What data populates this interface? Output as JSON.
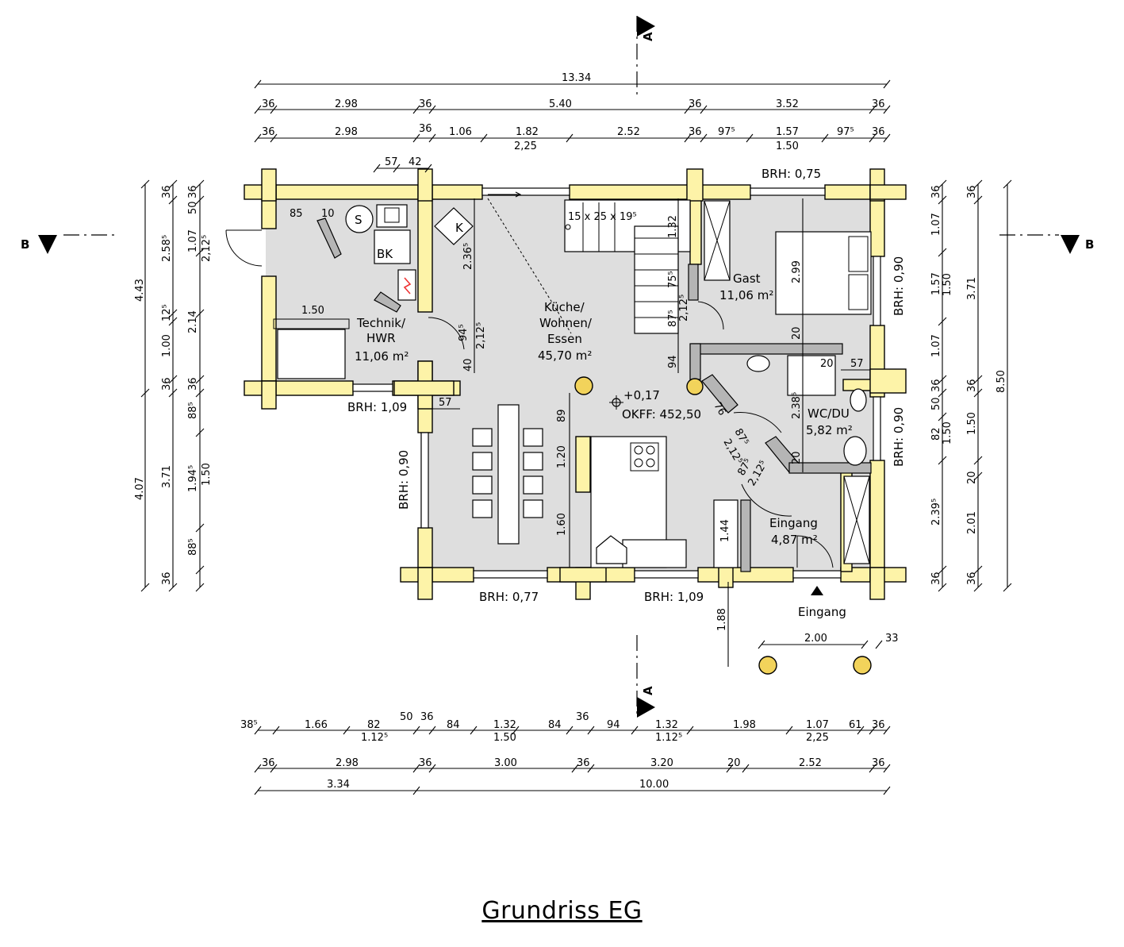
{
  "title": "Grundriss EG",
  "colors": {
    "wall": "#fdf3a8",
    "floor": "#dedede",
    "inner_wall": "#b5b5b5",
    "column": "#f2d35b"
  },
  "section_marks": {
    "a_top": "A",
    "a_bottom": "A",
    "b_left": "B",
    "b_right": "B"
  },
  "rooms": {
    "technik": {
      "name": "Technik/",
      "name2": "HWR",
      "area": "11,06 m²"
    },
    "kueche": {
      "name": "Küche/",
      "name2": "Wohnen/",
      "name3": "Essen",
      "area": "45,70 m²"
    },
    "gast": {
      "name": "Gast",
      "area": "11,06 m²"
    },
    "wc": {
      "name": "WC/DU",
      "area": "5,82 m²"
    },
    "eingang": {
      "name": "Eingang",
      "area": "4,87 m²"
    }
  },
  "fixtures": {
    "s": "S",
    "k": "K",
    "bk": "BK"
  },
  "level": {
    "ffb": "+0,17",
    "okff": "OKFF: 452,50"
  },
  "stair": {
    "spec": "15 x 25 x 19⁵"
  },
  "entrance_label": "Eingang",
  "brh": {
    "top": "BRH: 0,75",
    "right_1": "BRH: 0,90",
    "right_2": "BRH: 0,90",
    "technik": "BRH: 1,09",
    "left": "BRH: 0,90",
    "bottom_1": "BRH: 0,77",
    "bottom_2": "BRH: 1,09"
  },
  "dims_top": {
    "row1": [
      "13.34"
    ],
    "row2": [
      "36",
      "2.98",
      "36",
      "5.40",
      "36",
      "3.52",
      "36"
    ],
    "row3": [
      "36",
      "2.98",
      "36",
      "1.06",
      "1.82",
      "2.52",
      "36",
      "97⁵",
      "1.57",
      "97⁵",
      "36"
    ],
    "row3_sub": [
      "2,25",
      "1.50"
    ],
    "small": [
      "57",
      "42"
    ]
  },
  "dims_bottom": {
    "row1": [
      "38⁵",
      "1.66",
      "82",
      "50",
      "36",
      "84",
      "1.32",
      "84",
      "36",
      "94",
      "1.32",
      "1.98",
      "1.07",
      "61",
      "36"
    ],
    "row1_sub": [
      "1.12⁵",
      "1.50",
      "1.12⁵",
      "2,25"
    ],
    "row2": [
      "36",
      "2.98",
      "36",
      "3.00",
      "36",
      "3.20",
      "20",
      "2.52",
      "36"
    ],
    "row3": [
      "3.34",
      "10.00"
    ]
  },
  "dims_left": {
    "outer": [
      "4.43",
      "4.07"
    ],
    "mid": [
      "2.58⁵",
      "12⁵",
      "2.14",
      "36",
      "3.71"
    ],
    "inner": [
      "36",
      "50",
      "1.07",
      "1.00",
      "36",
      "88⁵",
      "1.94⁵",
      "88⁵",
      "36"
    ],
    "innermost": [
      "36",
      "2,12⁵",
      "1.50"
    ]
  },
  "dims_right": {
    "inner": [
      "36",
      "1.07",
      "1.57",
      "1.07",
      "36",
      "50",
      "82",
      "2.39⁵",
      "36"
    ],
    "inner_sub": [
      "1.50",
      "1.50"
    ],
    "mid": [
      "36",
      "3.71",
      "36",
      "1.50",
      "20",
      "2.01",
      "36"
    ],
    "outer": [
      "8.50"
    ]
  },
  "interior_dims": [
    "85",
    "10",
    "1.50",
    "57",
    "2.36⁵",
    "94⁵",
    "2,12⁵",
    "40",
    "1.32",
    "75⁵",
    "87⁵",
    "2,12⁵",
    "94",
    "2.99",
    "20",
    "20",
    "57",
    "2.38⁵",
    "76",
    "87⁵",
    "2,12⁵",
    "87⁵",
    "2,12⁵",
    "20",
    "89",
    "1.20",
    "1.60",
    "1.44",
    "1.88",
    "2.00",
    "33"
  ]
}
